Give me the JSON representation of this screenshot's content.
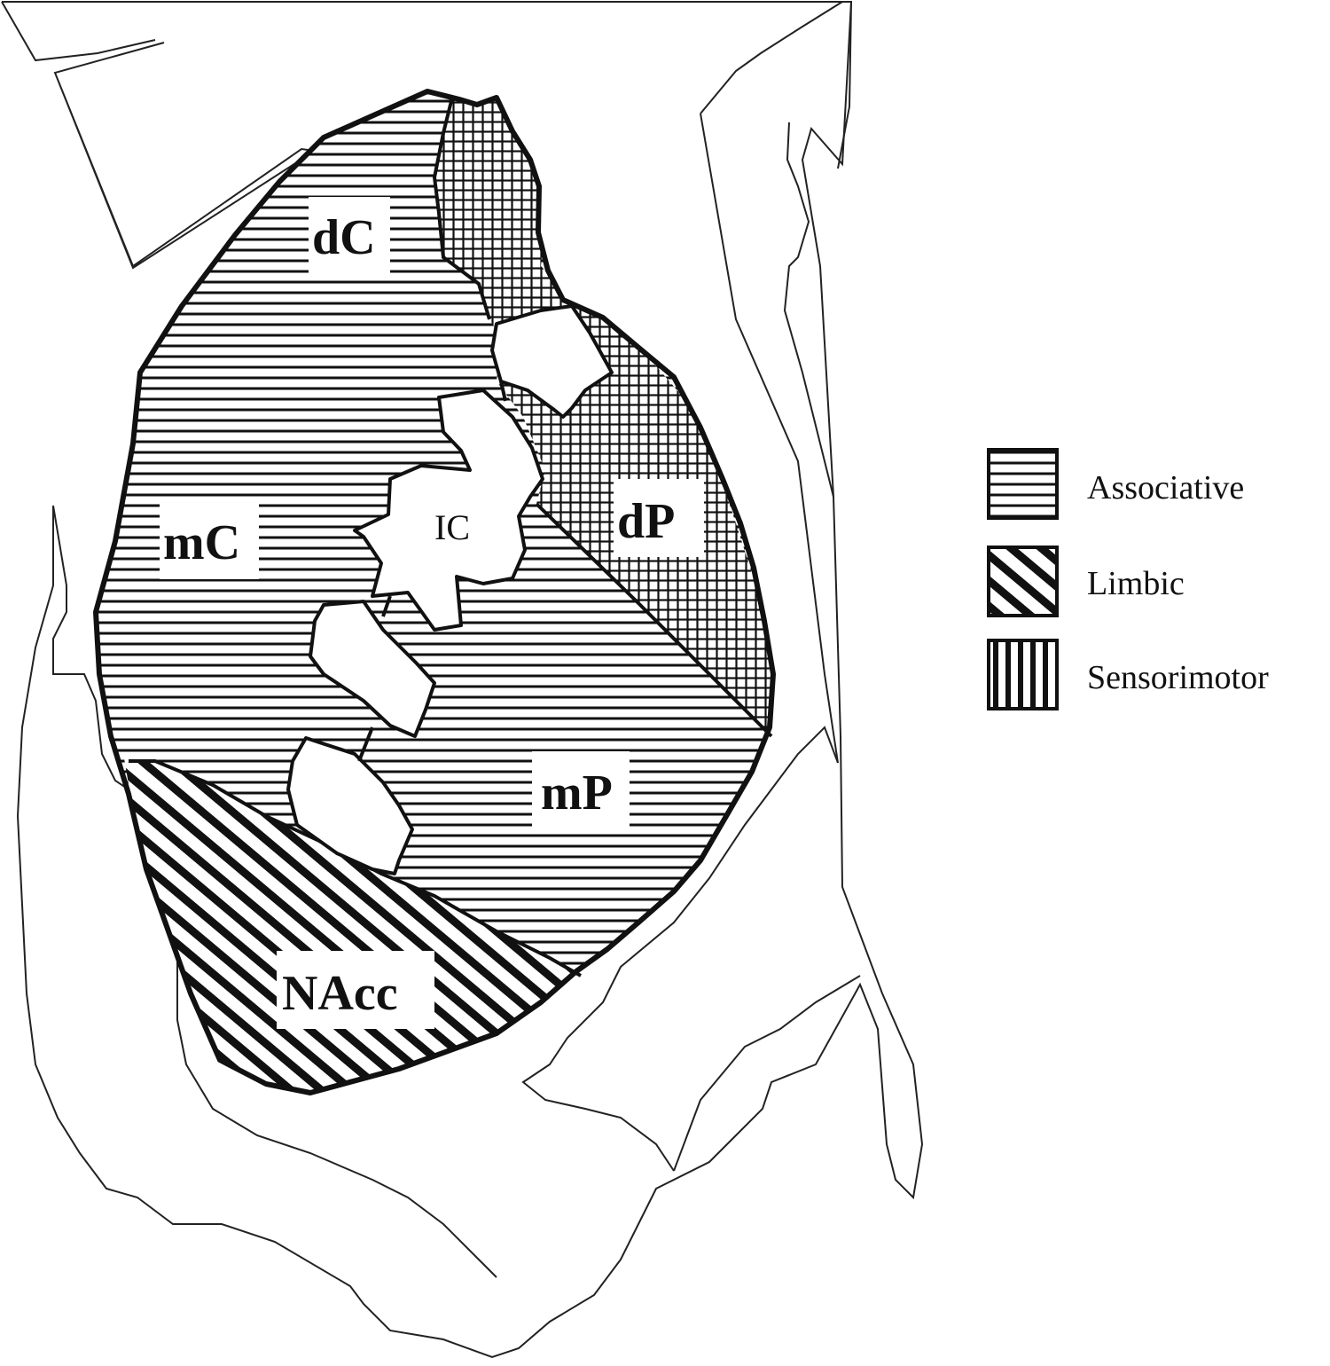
{
  "diagram": {
    "regions": {
      "dC": "dC",
      "mC": "mC",
      "dP": "dP",
      "mP": "mP",
      "NAcc": "NAcc",
      "IC": "IC"
    },
    "legend": [
      {
        "id": "associative",
        "label": "Associative",
        "pattern": "horizontal-lines"
      },
      {
        "id": "limbic",
        "label": "Limbic",
        "pattern": "diagonal-lines"
      },
      {
        "id": "sensorimotor",
        "label": "Sensorimotor",
        "pattern": "vertical-lines"
      }
    ],
    "colors": {
      "ink": "#111111",
      "background": "#ffffff"
    }
  }
}
